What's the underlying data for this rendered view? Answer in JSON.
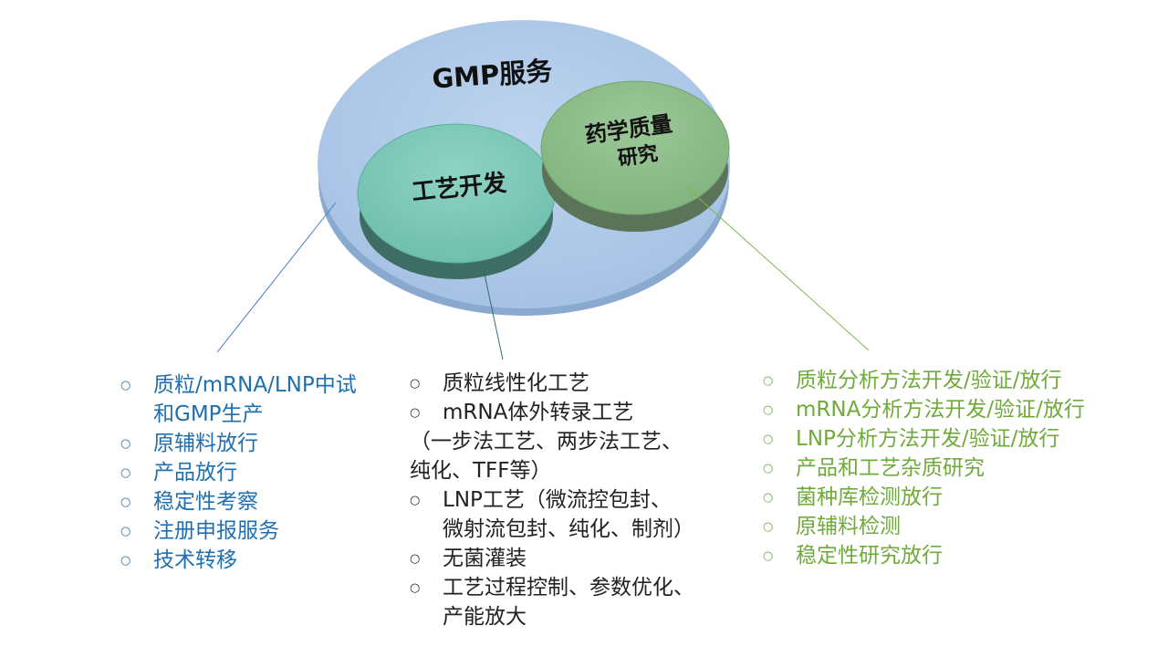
{
  "diagram": {
    "outer_circle": {
      "label": "GMP服务",
      "color": "#aac6e6"
    },
    "process_circle": {
      "label": "工艺开发",
      "color": "#7ec8b9"
    },
    "quality_circle": {
      "label_line1": "药学质量",
      "label_line2": "研究",
      "color": "#8ebc8b"
    }
  },
  "lists": {
    "gmp": {
      "color": "#1f6fb0",
      "items": [
        {
          "lines": [
            "质粒/mRNA/LNP中试",
            "和GMP生产"
          ]
        },
        {
          "lines": [
            "原辅料放行"
          ]
        },
        {
          "lines": [
            "产品放行"
          ]
        },
        {
          "lines": [
            "稳定性考察"
          ]
        },
        {
          "lines": [
            "注册申报服务"
          ]
        },
        {
          "lines": [
            "技术转移"
          ]
        }
      ]
    },
    "process": {
      "color": "#222222",
      "items": [
        {
          "lines": [
            "质粒线性化工艺"
          ]
        },
        {
          "lines": [
            "mRNA体外转录工艺"
          ]
        },
        {
          "lines": [
            "（一步法工艺、两步法工艺、",
            "纯化、TFF等）"
          ],
          "continuation": true
        },
        {
          "lines": [
            "LNP工艺（微流控包封、",
            "微射流包封、纯化、制剂）"
          ]
        },
        {
          "lines": [
            "无菌灌装"
          ]
        },
        {
          "lines": [
            "工艺过程控制、参数优化、",
            "产能放大"
          ]
        }
      ]
    },
    "quality": {
      "color": "#6faa3b",
      "items": [
        {
          "lines": [
            "质粒分析方法开发/验证/放行"
          ]
        },
        {
          "lines": [
            "mRNA分析方法开发/验证/放行"
          ]
        },
        {
          "lines": [
            "LNP分析方法开发/验证/放行"
          ]
        },
        {
          "lines": [
            "产品和工艺杂质研究"
          ]
        },
        {
          "lines": [
            "菌种库检测放行"
          ]
        },
        {
          "lines": [
            "原辅料检测"
          ]
        },
        {
          "lines": [
            "稳定性研究放行"
          ]
        }
      ]
    }
  },
  "icons": {
    "bullet": "ring-bullet-icon"
  },
  "connector_colors": {
    "gmp": "#4a7fc0",
    "process": "#2e6f70",
    "quality": "#7db54a"
  }
}
